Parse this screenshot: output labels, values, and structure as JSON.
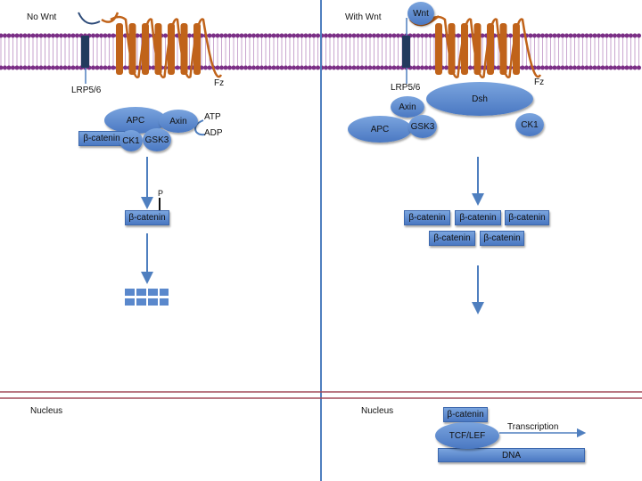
{
  "left": {
    "title": "No Wnt",
    "lrp_label": "LRP5/6",
    "fz_label": "Fz",
    "complex": {
      "apc": "APC",
      "axin": "Axin",
      "beta_catenin": "β-catenin",
      "ck1": "CK1",
      "gsk3": "GSK3"
    },
    "atp": "ATP",
    "adp": "ADP",
    "phospho": "P",
    "beta_catenin_phos": "β-catenin",
    "nucleus": "Nucleus"
  },
  "right": {
    "title": "With Wnt",
    "wnt": "Wnt",
    "lrp_label": "LRP5/6",
    "fz_label": "Fz",
    "dsh": "Dsh",
    "axin": "Axin",
    "apc": "APC",
    "gsk3": "GSK3",
    "ck1": "CK1",
    "beta_catenin_pool": [
      "β-catenin",
      "β-catenin",
      "β-catenin",
      "β-catenin",
      "β-catenin"
    ],
    "nucleus": "Nucleus",
    "nuclear_beta_catenin": "β-catenin",
    "tcf_lef": "TCF/LEF",
    "transcription": "Transcription",
    "dna": "DNA"
  },
  "colors": {
    "membrane_purple": "#7b2f86",
    "receptor_orange": "#c0631a",
    "lrp_navy": "#233a5e",
    "protein_blue": "#5a88cc",
    "arrow_blue": "#4f7fbf",
    "divider_blue": "#4f7fbf",
    "nuclear_red": "#a44a58"
  }
}
